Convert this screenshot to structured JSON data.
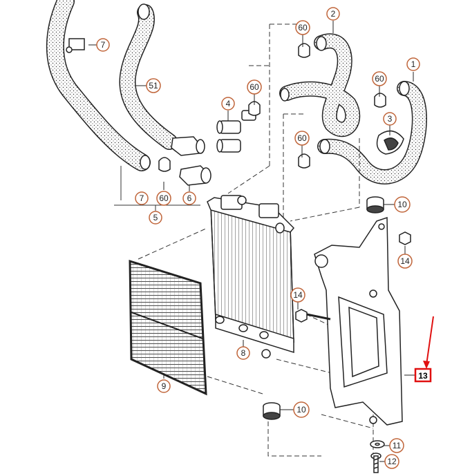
{
  "callouts": {
    "p1": "1",
    "p2": "2",
    "p3": "3",
    "p4": "4",
    "p5": "5",
    "p6": "6",
    "p7a": "7",
    "p7b": "7",
    "p8": "8",
    "p9": "9",
    "p10a": "10",
    "p10b": "10",
    "p11": "11",
    "p12": "12",
    "p13": "13",
    "p14a": "14",
    "p14b": "14",
    "p51": "51",
    "p60a": "60",
    "p60b": "60",
    "p60c": "60",
    "p60d": "60",
    "p60e": "60"
  },
  "highlight_color": "#e01010",
  "callout_color": "#c0653a"
}
